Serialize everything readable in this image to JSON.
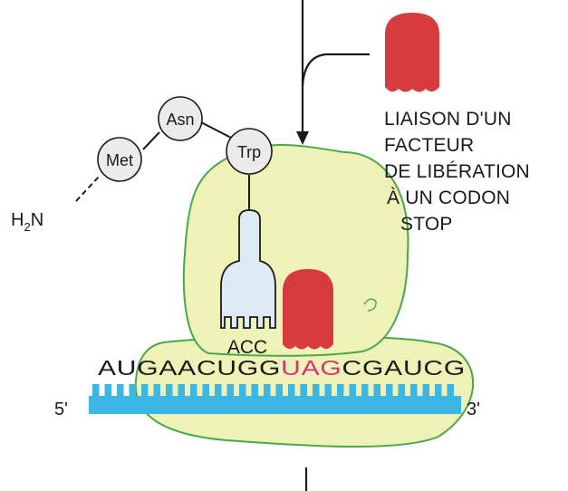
{
  "colors": {
    "ribosome_large": "#eef2b6",
    "ribosome_outline": "#4aa84a",
    "ribosome_small": "#eef2b6",
    "release_factor": "#d83b3e",
    "trna": "#dceaf4",
    "mrna_strand": "#3cb6e2",
    "stop_codon_text": "#d4357a",
    "amino_acid_fill": "#ebebeb"
  },
  "caption_lines": [
    "LIAISON D'UN",
    "FACTEUR",
    "DE LIBÉRATION",
    "À UN CODON",
    "STOP"
  ],
  "amino_acids": [
    "Met",
    "Asn",
    "Trp"
  ],
  "n_terminus": {
    "h": "H",
    "sub": "2",
    "n": "N"
  },
  "anticodon": "ACC",
  "mrna": {
    "before": "AUGAACUGG",
    "stop": "UAG",
    "after": "CGAUCG",
    "five_prime": "5'",
    "three_prime": "3'"
  },
  "icons": {
    "release_factor": "release-factor-icon",
    "trna": "trna-icon",
    "arrow": "arrow-down-icon"
  }
}
